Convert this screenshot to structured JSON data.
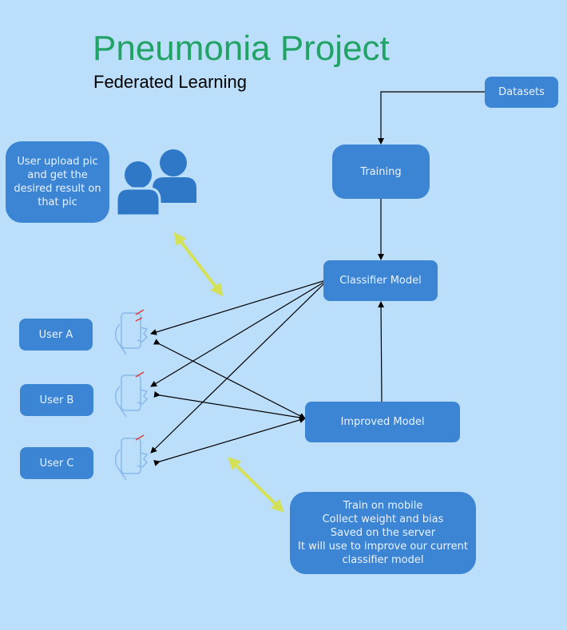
{
  "title": "Pneumonia Project",
  "subtitle": "Federated Learning",
  "nodes": {
    "datasets": "Datasets",
    "training": "Training",
    "classifier": "Classifier Model",
    "improved": "Improved Model",
    "user_a": "User A",
    "user_b": "User B",
    "user_c": "User C",
    "upload_note": "User upload pic\nand get the\ndesired result on\nthat pic",
    "mobile_note": "Train on mobile\nCollect weight and bias\nSaved on the server\nIt will use to improve our current\nclassifier model"
  },
  "colors": {
    "background": "#bbdefb",
    "title": "#21a366",
    "box": "#3c85d5",
    "box_text": "#eaf3ff",
    "double_arrow": "#d4e157",
    "icon": "#2f78c8"
  },
  "icons": [
    "users-icon",
    "phone-icon"
  ]
}
